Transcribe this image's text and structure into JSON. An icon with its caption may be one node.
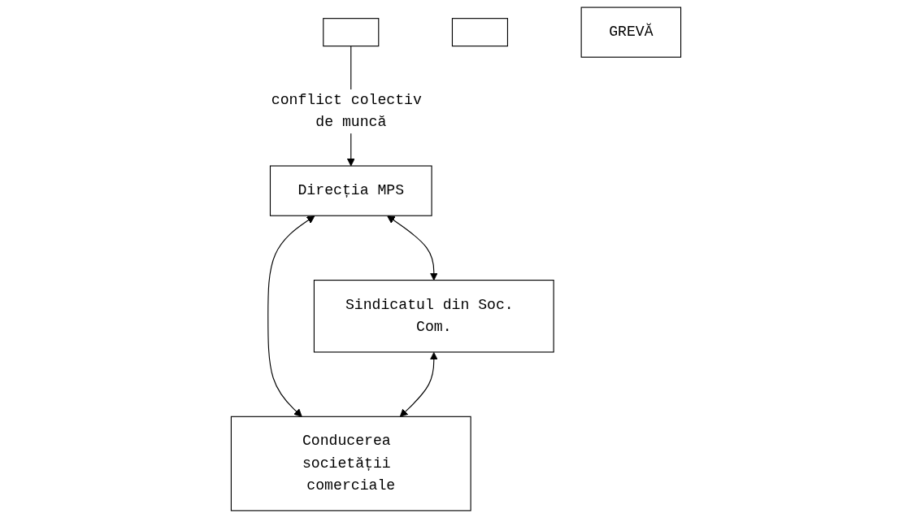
{
  "diagram": {
    "nodes": [
      {
        "text": [],
        "shape": "box"
      },
      {
        "text": [],
        "shape": "box"
      },
      {
        "text": [
          "Direcția MPS"
        ]
      },
      {
        "text": [
          "Sindicatul din Soc. Com."
        ]
      },
      {
        "text": [
          "Conducerea societății comerciale"
        ]
      },
      {
        "text": [
          "GREVĂ"
        ]
      }
    ],
    "edges": [
      {
        "from": 0,
        "to": 2,
        "arrow": "to",
        "label": "conflict colectiv de muncă"
      },
      {
        "from": 2,
        "to": 3,
        "arrow": "both"
      },
      {
        "from": 2,
        "to": 4,
        "arrow": "both"
      },
      {
        "from": 3,
        "to": 4,
        "arrow": "both"
      }
    ]
  }
}
